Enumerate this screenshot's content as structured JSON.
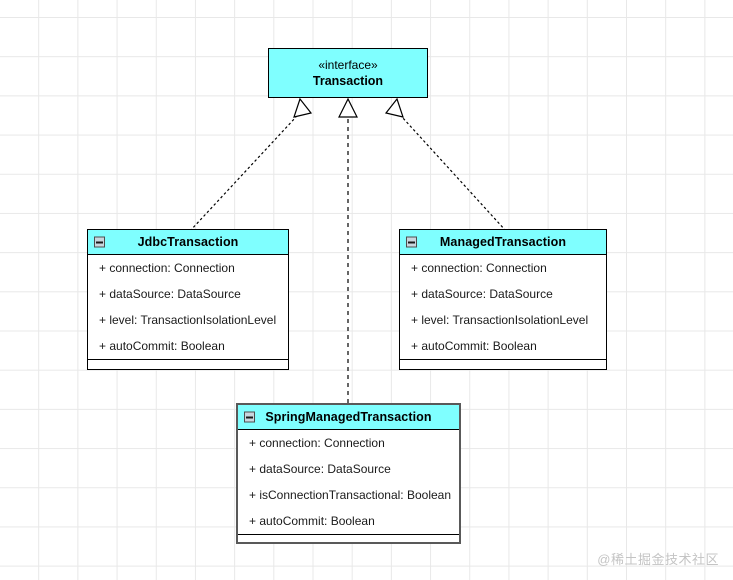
{
  "diagram": {
    "type": "uml-class-diagram",
    "background": "#ffffff",
    "grid_color": "#e8e8e8",
    "header_fill": "#7FFFFF",
    "border_color": "#000000",
    "selected_border_color": "#595959"
  },
  "interface": {
    "stereotype": "«interface»",
    "name": "Transaction"
  },
  "classes": [
    {
      "name": "JdbcTransaction",
      "collapse_icon": "minus-box-icon",
      "attributes": [
        "+ connection: Connection",
        "+ dataSource: DataSource",
        "+ level: TransactionIsolationLevel",
        "+ autoCommit: Boolean"
      ]
    },
    {
      "name": "ManagedTransaction",
      "collapse_icon": "minus-box-icon",
      "attributes": [
        "+ connection: Connection",
        "+ dataSource: DataSource",
        "+ level: TransactionIsolationLevel",
        "+ autoCommit: Boolean"
      ]
    },
    {
      "name": "SpringManagedTransaction",
      "collapse_icon": "minus-box-icon",
      "attributes": [
        "+ connection: Connection",
        "+ dataSource: DataSource",
        "+ isConnectionTransactional: Boolean",
        "+ autoCommit: Boolean"
      ]
    }
  ],
  "relationships": [
    {
      "from": "JdbcTransaction",
      "to": "Transaction",
      "kind": "realization",
      "line": "dashed",
      "arrowhead": "hollow-triangle"
    },
    {
      "from": "SpringManagedTransaction",
      "to": "Transaction",
      "kind": "realization",
      "line": "dashed",
      "arrowhead": "hollow-triangle"
    },
    {
      "from": "ManagedTransaction",
      "to": "Transaction",
      "kind": "realization",
      "line": "dashed",
      "arrowhead": "hollow-triangle"
    }
  ],
  "watermark": {
    "text": "@稀土掘金技术社区"
  }
}
